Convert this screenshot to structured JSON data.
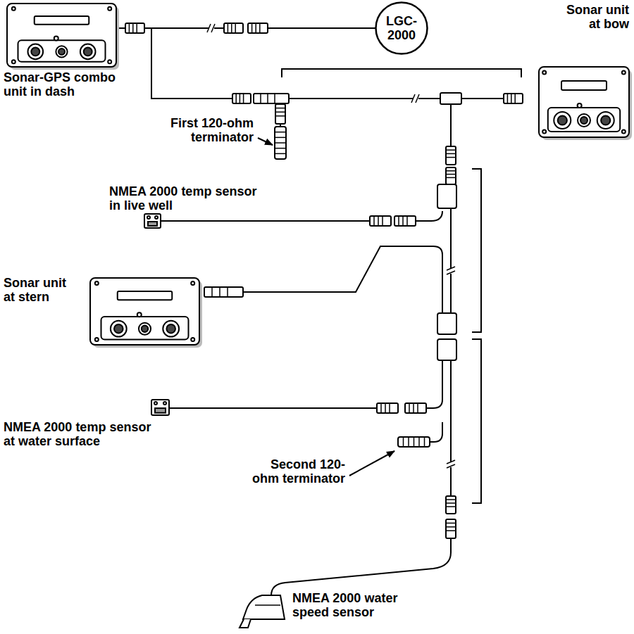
{
  "diagram": {
    "nodes": [
      {
        "text": [
          "LGC-2000"
        ]
      }
    ],
    "labels": [
      "Sonar-GPS combo unit in dash",
      "Sonar unit at bow",
      "First 120-ohm terminator",
      "NMEA 2000 temp sensor in live well",
      "Sonar unit at stern",
      "NMEA 2000 temp sensor at water surface",
      "Second 120-ohm terminator",
      "NMEA 2000 water speed sensor"
    ]
  }
}
